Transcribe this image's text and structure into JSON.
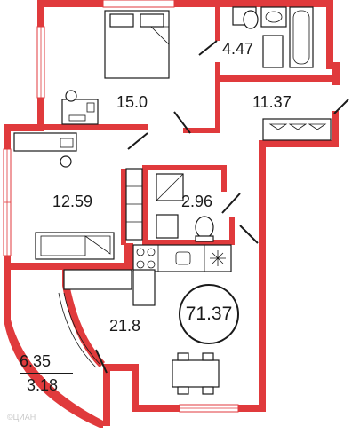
{
  "plan": {
    "wall_color": "#e03a3c",
    "ink_color": "#1a1a1a",
    "total_area": "71.37",
    "rooms": [
      {
        "id": "bedroom",
        "area": "15.0"
      },
      {
        "id": "bathroom",
        "area": "4.47"
      },
      {
        "id": "hall",
        "area": "11.37"
      },
      {
        "id": "second-room",
        "area": "12.59"
      },
      {
        "id": "wc",
        "area": "2.96"
      },
      {
        "id": "kitchen-living",
        "area": "21.8"
      },
      {
        "id": "loggia-full",
        "area": "6.35"
      },
      {
        "id": "loggia-reduced",
        "area": "3.18"
      }
    ]
  },
  "watermark": "©ЦИАН"
}
